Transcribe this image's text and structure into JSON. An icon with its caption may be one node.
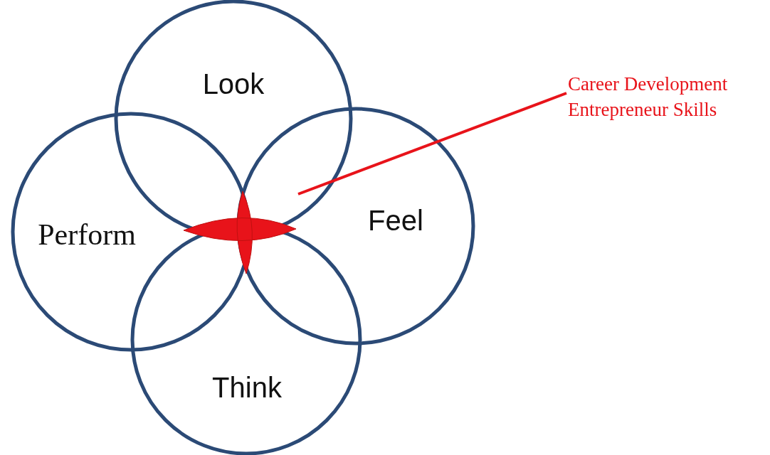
{
  "diagram": {
    "nodes": [
      {
        "text": [
          "Look"
        ]
      },
      {
        "text": [
          "Feel"
        ]
      },
      {
        "text": [
          "Perform"
        ]
      },
      {
        "text": [
          "Think"
        ]
      },
      {
        "text": [
          "Career Development Entrepreneur Skills"
        ]
      },
      {
        "text": [],
        "shape": "star"
      }
    ],
    "edges": [
      {
        "from": 4,
        "to": 5,
        "arrow": "none"
      }
    ]
  }
}
